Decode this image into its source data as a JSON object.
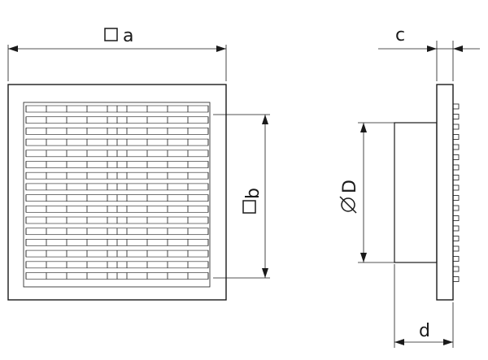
{
  "diagram": {
    "dimensions": {
      "a": "a",
      "b": "b",
      "c": "c",
      "d": "d",
      "D": "D"
    },
    "colors": {
      "line": "#1a1a1a",
      "background": "#ffffff"
    },
    "symbols": {
      "square": "square-symbol",
      "diameter": "diameter-symbol"
    }
  }
}
